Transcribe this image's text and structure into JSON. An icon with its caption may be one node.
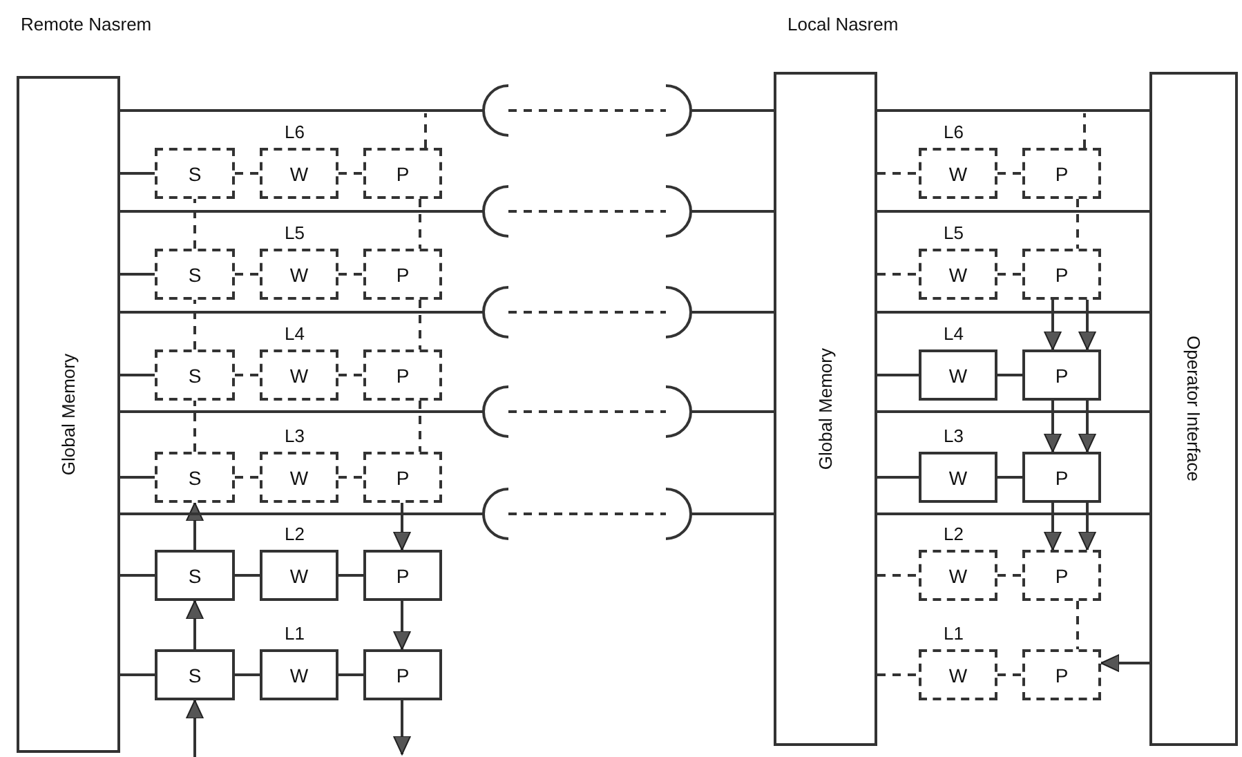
{
  "diagram": {
    "nodes": [
      {
        "text": [
          "Global Memory"
        ]
      },
      {
        "text": [
          "S"
        ]
      },
      {
        "text": [
          "W"
        ]
      },
      {
        "text": [
          "P"
        ]
      },
      {
        "text": [
          "S"
        ]
      },
      {
        "text": [
          "W"
        ]
      },
      {
        "text": [
          "P"
        ]
      },
      {
        "text": [
          "S"
        ]
      },
      {
        "text": [
          "W"
        ]
      },
      {
        "text": [
          "P"
        ]
      },
      {
        "text": [
          "S"
        ]
      },
      {
        "text": [
          "W"
        ]
      },
      {
        "text": [
          "P"
        ]
      },
      {
        "text": [
          "S"
        ]
      },
      {
        "text": [
          "W"
        ]
      },
      {
        "text": [
          "P"
        ]
      },
      {
        "text": [
          "S"
        ]
      },
      {
        "text": [
          "W"
        ]
      },
      {
        "text": [
          "P"
        ]
      },
      {
        "text": [
          "Global Memory"
        ]
      },
      {
        "text": [
          "Operator Interface"
        ]
      },
      {
        "text": [
          "W"
        ]
      },
      {
        "text": [
          "P"
        ]
      },
      {
        "text": [
          "W"
        ]
      },
      {
        "text": [
          "P"
        ]
      },
      {
        "text": [
          "W"
        ]
      },
      {
        "text": [
          "P"
        ]
      },
      {
        "text": [
          "W"
        ]
      },
      {
        "text": [
          "P"
        ]
      },
      {
        "text": [
          "W"
        ]
      },
      {
        "text": [
          "P"
        ]
      },
      {
        "text": [
          "W"
        ]
      },
      {
        "text": [
          "P"
        ]
      },
      {
        "text": [],
        "shape": "arc"
      },
      {
        "text": [],
        "shape": "arc"
      },
      {
        "text": [],
        "shape": "arc"
      },
      {
        "text": [],
        "shape": "arc"
      },
      {
        "text": [],
        "shape": "arc"
      },
      {
        "text": [],
        "shape": "arc"
      },
      {
        "text": [],
        "shape": "arc"
      },
      {
        "text": [],
        "shape": "arc"
      },
      {
        "text": [],
        "shape": "arc"
      },
      {
        "text": [],
        "shape": "arc"
      }
    ],
    "edges": [
      {
        "from": 33,
        "to": 34,
        "arrow": "none",
        "style": "dashed"
      },
      {
        "from": 35,
        "to": 36,
        "arrow": "none",
        "style": "dashed"
      },
      {
        "from": 37,
        "to": 38,
        "arrow": "none",
        "style": "dashed"
      },
      {
        "from": 39,
        "to": 40,
        "arrow": "none",
        "style": "dashed"
      },
      {
        "from": 41,
        "to": 42,
        "arrow": "none",
        "style": "dashed"
      },
      {
        "from": 19,
        "to": 20,
        "arrow": "none"
      },
      {
        "from": 19,
        "to": 20,
        "arrow": "none"
      },
      {
        "from": 19,
        "to": 20,
        "arrow": "none"
      },
      {
        "from": 19,
        "to": 20,
        "arrow": "none"
      },
      {
        "from": 19,
        "to": 20,
        "arrow": "none"
      },
      {
        "from": 0,
        "to": 1,
        "arrow": "none"
      },
      {
        "from": 0,
        "to": 4,
        "arrow": "none"
      },
      {
        "from": 0,
        "to": 7,
        "arrow": "none"
      },
      {
        "from": 0,
        "to": 10,
        "arrow": "none"
      },
      {
        "from": 0,
        "to": 13,
        "arrow": "none"
      },
      {
        "from": 0,
        "to": 16,
        "arrow": "none"
      },
      {
        "from": 1,
        "to": 2,
        "arrow": "none",
        "style": "dashed"
      },
      {
        "from": 2,
        "to": 3,
        "arrow": "none",
        "style": "dashed"
      },
      {
        "from": 4,
        "to": 5,
        "arrow": "none",
        "style": "dashed"
      },
      {
        "from": 5,
        "to": 6,
        "arrow": "none",
        "style": "dashed"
      },
      {
        "from": 7,
        "to": 8,
        "arrow": "none",
        "style": "dashed"
      },
      {
        "from": 8,
        "to": 9,
        "arrow": "none",
        "style": "dashed"
      },
      {
        "from": 10,
        "to": 11,
        "arrow": "none",
        "style": "dashed"
      },
      {
        "from": 11,
        "to": 12,
        "arrow": "none",
        "style": "dashed"
      },
      {
        "from": 13,
        "to": 14,
        "arrow": "none"
      },
      {
        "from": 14,
        "to": 15,
        "arrow": "none"
      },
      {
        "from": 16,
        "to": 17,
        "arrow": "none"
      },
      {
        "from": 17,
        "to": 18,
        "arrow": "none"
      },
      {
        "from": null,
        "to": 16,
        "arrow": "to"
      },
      {
        "from": 16,
        "to": 13,
        "arrow": "to"
      },
      {
        "from": 13,
        "to": 10,
        "arrow": "to"
      },
      {
        "from": 10,
        "to": 7,
        "arrow": "none",
        "style": "dashed"
      },
      {
        "from": 7,
        "to": 4,
        "arrow": "none",
        "style": "dashed"
      },
      {
        "from": 4,
        "to": 1,
        "arrow": "none",
        "style": "dashed"
      },
      {
        "from": 3,
        "to": null,
        "arrow": "none",
        "style": "dashed"
      },
      {
        "from": 3,
        "to": 6,
        "arrow": "none",
        "style": "dashed"
      },
      {
        "from": 6,
        "to": 9,
        "arrow": "none",
        "style": "dashed"
      },
      {
        "from": 9,
        "to": 12,
        "arrow": "none",
        "style": "dashed"
      },
      {
        "from": 12,
        "to": 15,
        "arrow": "to"
      },
      {
        "from": 15,
        "to": 18,
        "arrow": "to"
      },
      {
        "from": 18,
        "to": null,
        "arrow": "to"
      },
      {
        "from": 19,
        "to": 21,
        "arrow": "none",
        "style": "dashed"
      },
      {
        "from": 19,
        "to": 23,
        "arrow": "none",
        "style": "dashed"
      },
      {
        "from": 19,
        "to": 25,
        "arrow": "none"
      },
      {
        "from": 19,
        "to": 27,
        "arrow": "none"
      },
      {
        "from": 19,
        "to": 29,
        "arrow": "none",
        "style": "dashed"
      },
      {
        "from": 19,
        "to": 31,
        "arrow": "none",
        "style": "dashed"
      },
      {
        "from": 21,
        "to": 22,
        "arrow": "none",
        "style": "dashed"
      },
      {
        "from": 23,
        "to": 24,
        "arrow": "none",
        "style": "dashed"
      },
      {
        "from": 25,
        "to": 26,
        "arrow": "none"
      },
      {
        "from": 27,
        "to": 28,
        "arrow": "none"
      },
      {
        "from": 29,
        "to": 30,
        "arrow": "none",
        "style": "dashed"
      },
      {
        "from": 31,
        "to": 32,
        "arrow": "none",
        "style": "dashed"
      },
      {
        "from": 22,
        "to": null,
        "arrow": "none",
        "style": "dashed"
      },
      {
        "from": 22,
        "to": 24,
        "arrow": "none",
        "style": "dashed"
      },
      {
        "from": 24,
        "to": 26,
        "arrow": "to"
      },
      {
        "from": 24,
        "to": 26,
        "arrow": "to"
      },
      {
        "from": 26,
        "to": 28,
        "arrow": "to"
      },
      {
        "from": 26,
        "to": 28,
        "arrow": "to"
      },
      {
        "from": 28,
        "to": 30,
        "arrow": "to"
      },
      {
        "from": 28,
        "to": 30,
        "arrow": "to"
      },
      {
        "from": 30,
        "to": 32,
        "arrow": "none",
        "style": "dashed"
      },
      {
        "from": 20,
        "to": 32,
        "arrow": "to"
      },
      {
        "from": 0,
        "to": 33,
        "arrow": "none"
      },
      {
        "from": 0,
        "to": 35,
        "arrow": "none"
      },
      {
        "from": 0,
        "to": 37,
        "arrow": "none"
      },
      {
        "from": 0,
        "to": 39,
        "arrow": "none"
      },
      {
        "from": 0,
        "to": 41,
        "arrow": "none"
      },
      {
        "from": 34,
        "to": 19,
        "arrow": "none"
      },
      {
        "from": 36,
        "to": 19,
        "arrow": "none"
      },
      {
        "from": 38,
        "to": 19,
        "arrow": "none"
      },
      {
        "from": 40,
        "to": 19,
        "arrow": "none"
      },
      {
        "from": 42,
        "to": 19,
        "arrow": "none"
      }
    ],
    "labels": [
      "Remote Nasrem",
      "Local Nasrem",
      "L6",
      "L6",
      "L5",
      "L5",
      "L4",
      "L4",
      "L3",
      "L3",
      "L2",
      "L2",
      "L1",
      "L1"
    ]
  }
}
